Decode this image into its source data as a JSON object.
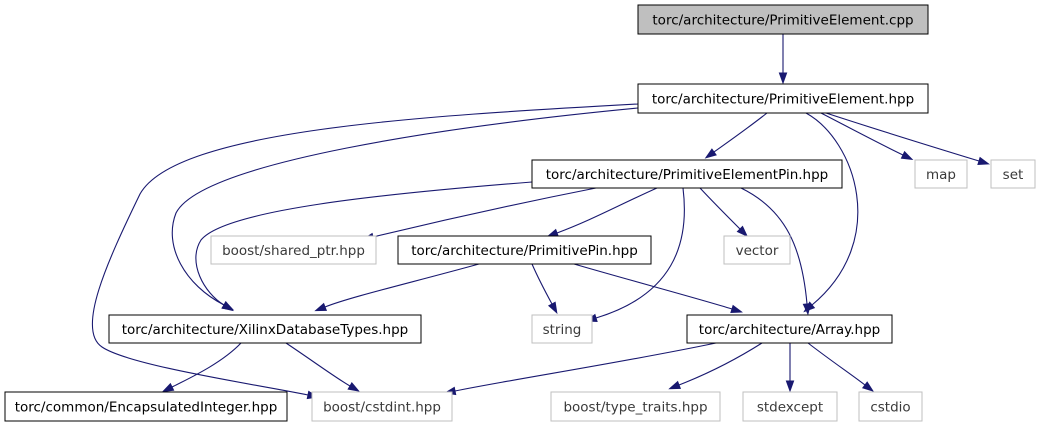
{
  "colors": {
    "edge": "#191970",
    "root_fill": "#bfbfbf",
    "node_border": "#000000",
    "external_border": "#bfbfbf",
    "background": "#ffffff"
  },
  "nodes": [
    {
      "id": "n0",
      "label": "torc/architecture/PrimitiveElement.cpp",
      "kind": "root"
    },
    {
      "id": "n1",
      "label": "torc/architecture/PrimitiveElement.hpp",
      "kind": "internal"
    },
    {
      "id": "n2",
      "label": "torc/architecture/PrimitiveElementPin.hpp",
      "kind": "internal"
    },
    {
      "id": "n3",
      "label": "map",
      "kind": "external"
    },
    {
      "id": "n4",
      "label": "set",
      "kind": "external"
    },
    {
      "id": "n5",
      "label": "boost/shared_ptr.hpp",
      "kind": "external"
    },
    {
      "id": "n6",
      "label": "torc/architecture/PrimitivePin.hpp",
      "kind": "internal"
    },
    {
      "id": "n7",
      "label": "vector",
      "kind": "external"
    },
    {
      "id": "n8",
      "label": "torc/architecture/XilinxDatabaseTypes.hpp",
      "kind": "internal"
    },
    {
      "id": "n9",
      "label": "string",
      "kind": "external"
    },
    {
      "id": "n10",
      "label": "torc/architecture/Array.hpp",
      "kind": "internal"
    },
    {
      "id": "n11",
      "label": "torc/common/EncapsulatedInteger.hpp",
      "kind": "internal"
    },
    {
      "id": "n12",
      "label": "boost/cstdint.hpp",
      "kind": "external"
    },
    {
      "id": "n13",
      "label": "boost/type_traits.hpp",
      "kind": "external"
    },
    {
      "id": "n14",
      "label": "stdexcept",
      "kind": "external"
    },
    {
      "id": "n15",
      "label": "cstdio",
      "kind": "external"
    }
  ],
  "edges": [
    {
      "from": "n0",
      "to": "n1"
    },
    {
      "from": "n1",
      "to": "n2"
    },
    {
      "from": "n1",
      "to": "n3"
    },
    {
      "from": "n1",
      "to": "n4"
    },
    {
      "from": "n1",
      "to": "n10"
    },
    {
      "from": "n1",
      "to": "n8"
    },
    {
      "from": "n1",
      "to": "n12"
    },
    {
      "from": "n2",
      "to": "n5"
    },
    {
      "from": "n2",
      "to": "n6"
    },
    {
      "from": "n2",
      "to": "n7"
    },
    {
      "from": "n2",
      "to": "n9"
    },
    {
      "from": "n2",
      "to": "n10"
    },
    {
      "from": "n2",
      "to": "n8"
    },
    {
      "from": "n6",
      "to": "n8"
    },
    {
      "from": "n6",
      "to": "n9"
    },
    {
      "from": "n6",
      "to": "n10"
    },
    {
      "from": "n8",
      "to": "n11"
    },
    {
      "from": "n8",
      "to": "n12"
    },
    {
      "from": "n10",
      "to": "n12"
    },
    {
      "from": "n10",
      "to": "n13"
    },
    {
      "from": "n10",
      "to": "n14"
    },
    {
      "from": "n10",
      "to": "n15"
    }
  ]
}
